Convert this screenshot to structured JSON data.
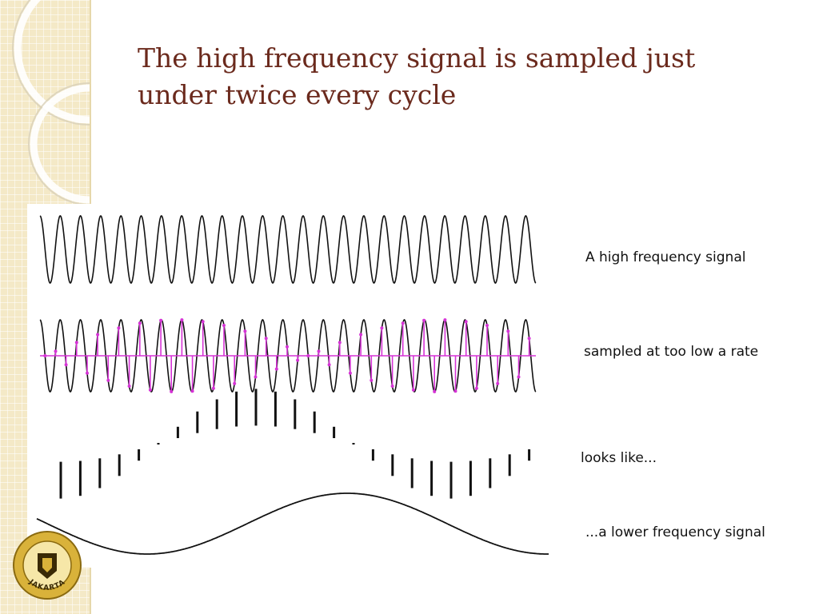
{
  "slide": {
    "title": "The high frequency signal is sampled just under twice every cycle"
  },
  "figure": {
    "captions": [
      "A high frequency signal",
      "sampled at too low a rate",
      "looks like...",
      "...a lower frequency signal"
    ]
  },
  "colors": {
    "title": "#6b2a1d",
    "sidebar": "#f4e9c7",
    "signal": "#111111",
    "samples": "#d633d6",
    "seal": "#c8a020"
  },
  "logo": {
    "ring_text": "JAKARTA"
  }
}
